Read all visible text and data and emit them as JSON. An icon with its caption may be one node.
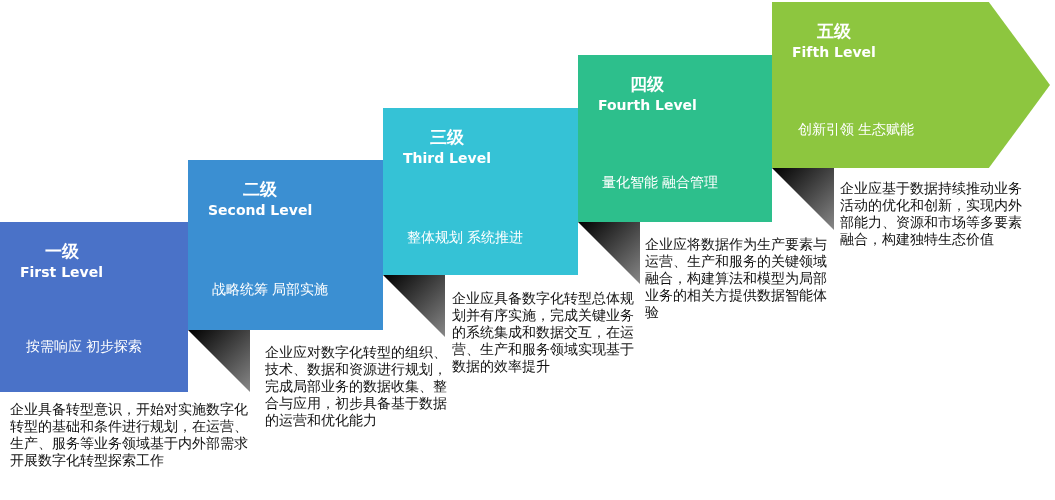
{
  "diagram": {
    "nodes": [
      {
        "text": [
          "一级",
          "First Level",
          "按需响应 初步探索"
        ],
        "beside": [
          "企业具备转型意识，开始对实施数字化转型的基础和条件进行规划，在运营、生产、服务等业务领域基于内外部需求开展数字化转型探索工作"
        ]
      },
      {
        "text": [
          "二级",
          "Second Level",
          "战略统筹 局部实施"
        ],
        "beside": [
          "企业应对数字化转型的组织、技术、数据和资源进行规划，完成局部业务的数据收集、整合与应用，初步具备基于数据的运营和优化能力"
        ]
      },
      {
        "text": [
          "三级",
          "Third Level",
          "整体规划 系统推进"
        ],
        "beside": [
          "企业应具备数字化转型总体规划并有序实施，完成关键业务的系统集成和数据交互，在运营、生产和服务领域实现基于数据的效率提升"
        ]
      },
      {
        "text": [
          "四级",
          "Fourth Level",
          "量化智能 融合管理"
        ],
        "beside": [
          "企业应将数据作为生产要素与运营、生产和服务的关键领域融合，构建算法和模型为局部业务的相关方提供数据智能体验"
        ]
      },
      {
        "text": [
          "五级",
          "Fifth Level",
          "创新引领 生态赋能"
        ],
        "beside": [
          "企业应基于数据持续推动业务活动的优化和创新，实现内外部能力、资源和市场等多要素融合，构建独特生态价值"
        ]
      }
    ]
  }
}
